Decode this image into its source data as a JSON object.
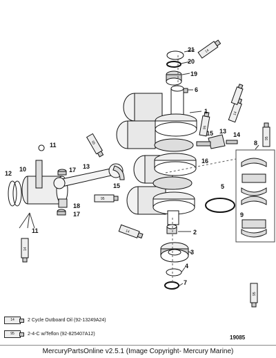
{
  "callouts": [
    "1",
    "2",
    "3",
    "4",
    "5",
    "6",
    "7",
    "8",
    "9",
    "10",
    "11",
    "12",
    "13",
    "14",
    "15",
    "16",
    "17",
    "18",
    "19",
    "20",
    "21"
  ],
  "tube_codes": {
    "oil": "14",
    "teflon": "95"
  },
  "legend": [
    {
      "code": "14",
      "text": "2 Cycle Outboard Oil (92-13249A24)"
    },
    {
      "code": "95",
      "text": "2-4-C w/Teflon (92-825407A12)"
    }
  ],
  "figure_number": "19085",
  "footer": "MercuryPartsOnline v2.5.1 (Image Copyright- Mercury Marine)"
}
